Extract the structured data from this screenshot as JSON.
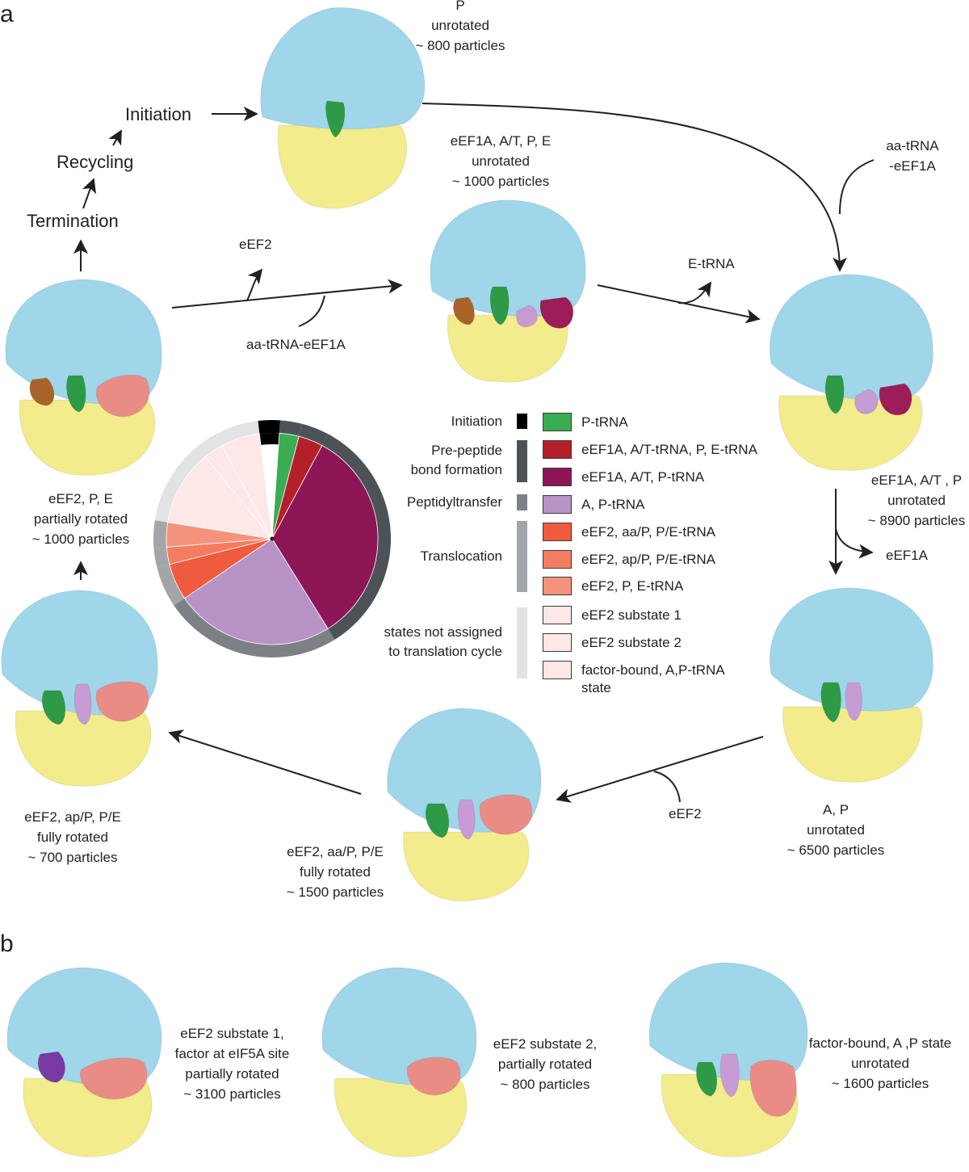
{
  "panels": {
    "a": "a",
    "b": "b"
  },
  "cycle_steps": {
    "initiation": "Initiation",
    "recycling": "Recycling",
    "termination": "Termination"
  },
  "states": [
    {
      "id": "p-unrotated",
      "lines": [
        "P",
        "unrotated",
        "~ 800 particles"
      ]
    },
    {
      "id": "eef1a-atpe",
      "lines": [
        "eEF1A, A/T, P, E",
        "unrotated",
        "~ 1000 particles"
      ]
    },
    {
      "id": "eef1a-atp",
      "lines": [
        "eEF1A, A/T , P",
        "unrotated",
        "~ 8900 particles"
      ]
    },
    {
      "id": "ap-unrotated",
      "lines": [
        "A, P",
        "unrotated",
        "~ 6500 particles"
      ]
    },
    {
      "id": "eef2-aap-fully",
      "lines": [
        "eEF2, aa/P, P/E",
        "fully rotated",
        "~ 1500 particles"
      ]
    },
    {
      "id": "eef2-app-fully",
      "lines": [
        "eEF2, ap/P, P/E",
        "fully rotated",
        "~ 700 particles"
      ]
    },
    {
      "id": "eef2-pe-partial",
      "lines": [
        "eEF2, P, E",
        "partially rotated",
        "~ 1000 particles"
      ]
    }
  ],
  "arrow_labels": {
    "aa_trna_eef1a_right": [
      "aa-tRNA",
      "-eEF1A"
    ],
    "eef2_out_left": "eEF2",
    "aa_trna_eef1a_in": "aa-tRNA-eEF1A",
    "e_trna_out": "E-tRNA",
    "eef1a_out": "eEF1A",
    "eef2_in_bottom": "eEF2"
  },
  "legend": {
    "categories": [
      {
        "label": [
          "Initiation"
        ],
        "bar_color": "#000000"
      },
      {
        "label": [
          "Pre-peptide",
          "bond formation"
        ],
        "bar_color": "#4d5257"
      },
      {
        "label": [
          "Peptidyltransfer"
        ],
        "bar_color": "#7d8185"
      },
      {
        "label": [
          "Translocation"
        ],
        "bar_color": "#a3a6a9"
      },
      {
        "label": [
          "states not assigned",
          "to translation cycle"
        ],
        "bar_color": "#e2e3e4"
      }
    ],
    "items": [
      {
        "label": "P-tRNA",
        "color": "#3aac52"
      },
      {
        "label": "eEF1A, A/T-tRNA, P, E-tRNA",
        "color": "#b3202a"
      },
      {
        "label": "eEF1A, A/T, P-tRNA",
        "color": "#8c1656"
      },
      {
        "label": "A, P-tRNA",
        "color": "#b894c6"
      },
      {
        "label": "eEF2, aa/P, P/E-tRNA",
        "color": "#ef5b3e"
      },
      {
        "label": "eEF2, ap/P, P/E-tRNA",
        "color": "#f47c60"
      },
      {
        "label": "eEF2, P, E-tRNA",
        "color": "#f4937c"
      },
      {
        "label": "eEF2 substate 1",
        "color": "#fde7e7"
      },
      {
        "label": "eEF2 substate 2",
        "color": "#fde7e7"
      },
      {
        "label": "factor-bound, A,P-tRNA state",
        "color": "#fde7e7"
      }
    ]
  },
  "chart_data": {
    "type": "pie",
    "title": "",
    "series": [
      {
        "values": [
          {
            "label": "Initiation",
            "value": 800,
            "color": "#000000"
          },
          {
            "label": "P-tRNA",
            "value": 800,
            "color": "#3aac52"
          },
          {
            "label": "eEF1A, A/T-tRNA, P, E-tRNA",
            "value": 1000,
            "color": "#b3202a"
          },
          {
            "label": "eEF1A, A/T, P-tRNA",
            "value": 8900,
            "color": "#8c1656"
          },
          {
            "label": "A, P-tRNA",
            "value": 6500,
            "color": "#b894c6"
          },
          {
            "label": "eEF2, aa/P, P/E-tRNA",
            "value": 1500,
            "color": "#ef5b3e"
          },
          {
            "label": "eEF2, ap/P, P/E-tRNA",
            "value": 700,
            "color": "#f47c60"
          },
          {
            "label": "eEF2, P, E-tRNA",
            "value": 1000,
            "color": "#f4937c"
          },
          {
            "label": "eEF2 substate 1",
            "value": 3100,
            "color": "#fde7e7"
          },
          {
            "label": "eEF2 substate 2",
            "value": 800,
            "color": "#fde7e7"
          },
          {
            "label": "factor-bound, A,P-tRNA state",
            "value": 1600,
            "color": "#fde7e7"
          }
        ]
      }
    ],
    "outer_ring": [
      {
        "category": "Initiation",
        "color": "#000000"
      },
      {
        "category": "Pre-peptide bond formation",
        "color": "#4d5257"
      },
      {
        "category": "Peptidyltransfer",
        "color": "#7d8185"
      },
      {
        "category": "Translocation",
        "color": "#a3a6a9"
      },
      {
        "category": "states not assigned to translation cycle",
        "color": "#e2e3e4"
      }
    ]
  },
  "panel_b_states": [
    {
      "id": "sub1",
      "lines": [
        "eEF2 substate 1,",
        "factor at eIF5A site",
        "partially rotated",
        "~ 3100 particles"
      ]
    },
    {
      "id": "sub2",
      "lines": [
        "eEF2 substate 2,",
        "partially rotated",
        "~ 800 particles"
      ]
    },
    {
      "id": "factor-ap",
      "lines": [
        "factor-bound, A ,P state",
        "unrotated",
        "~ 1600 particles"
      ]
    }
  ],
  "colors": {
    "large_subunit": "#9fd6ea",
    "small_subunit": "#f3ec8c",
    "p_trna": "#2f9a45",
    "e_trna": "#a86428",
    "a_trna": "#c79bd3",
    "eef1a": "#9c1d57",
    "eef2": "#ea8c86",
    "factor_eif5a": "#7a3aa3",
    "arrow": "#231f20"
  }
}
